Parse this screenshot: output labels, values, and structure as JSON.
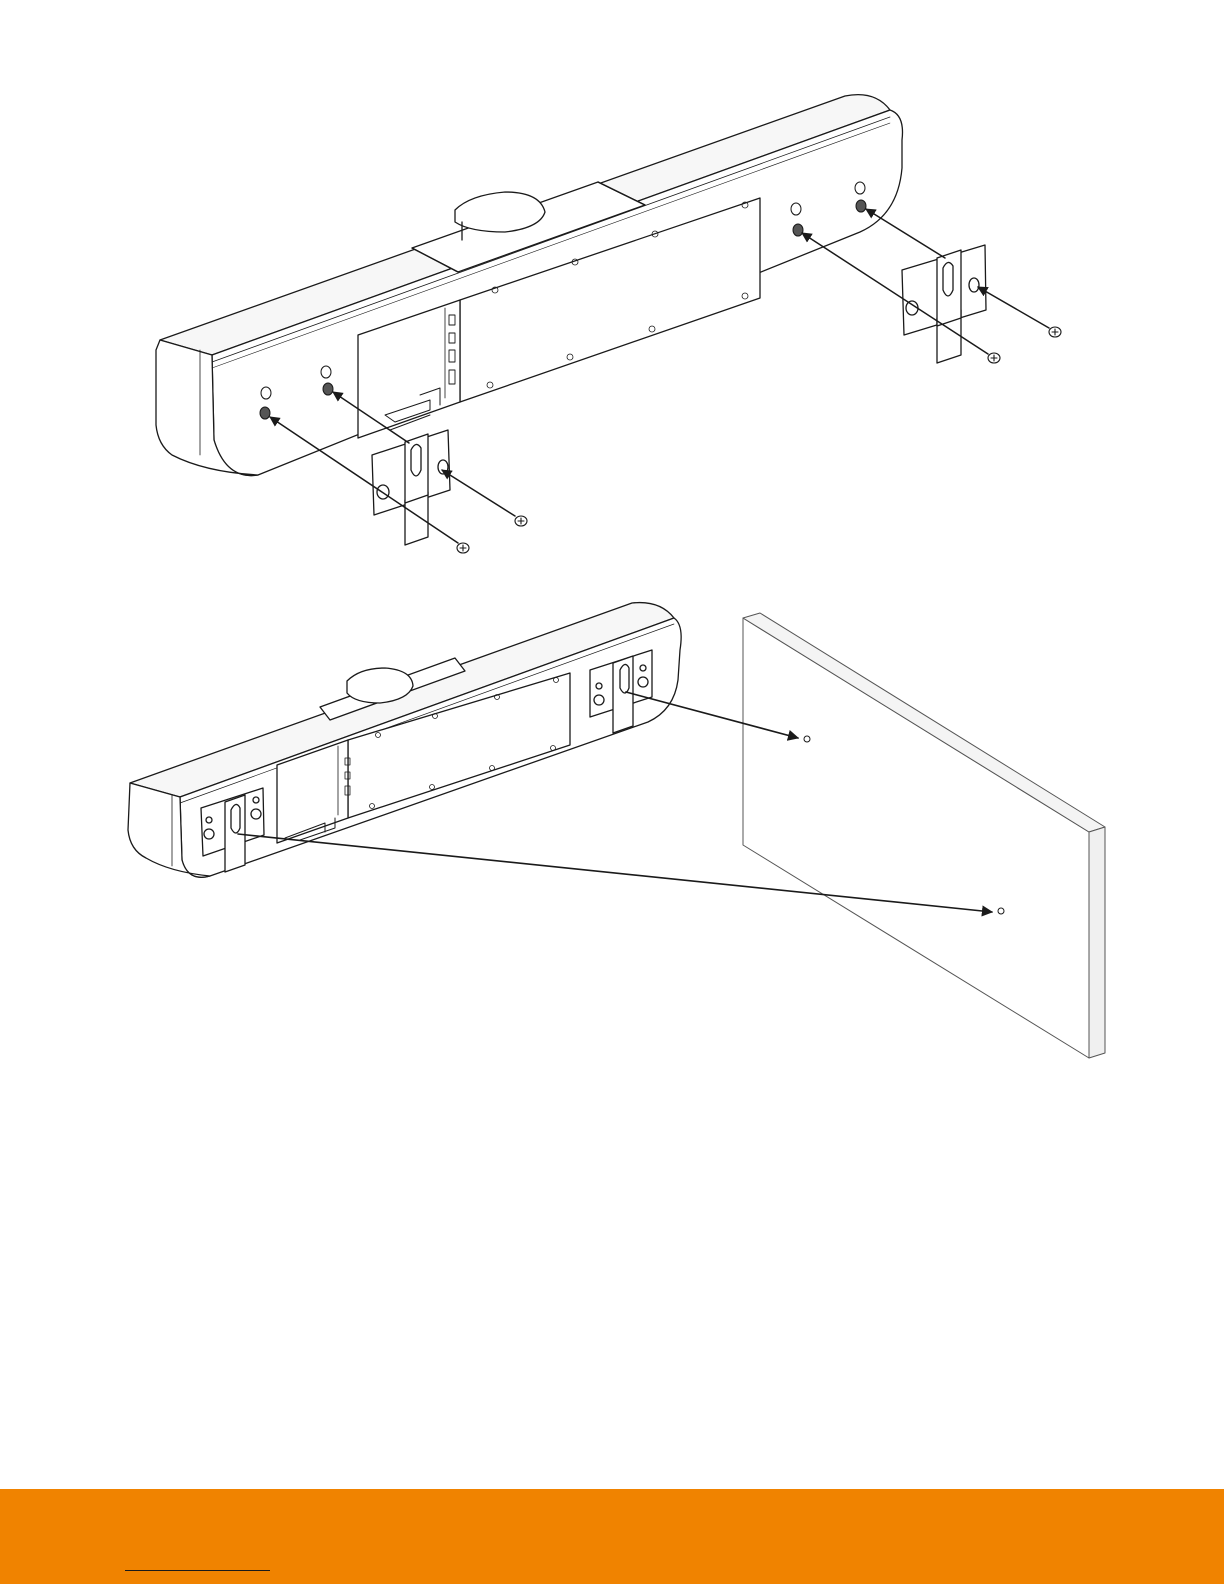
{
  "document": {
    "accent_color": "#F08300",
    "line_color": "#1a1a1a",
    "figures": [
      {
        "id": "bracket-attachment",
        "icon": "mounting-bracket-exploded-view"
      },
      {
        "id": "wall-installation",
        "icon": "wall-mount-view"
      }
    ],
    "footer": {
      "link_text": ""
    }
  }
}
